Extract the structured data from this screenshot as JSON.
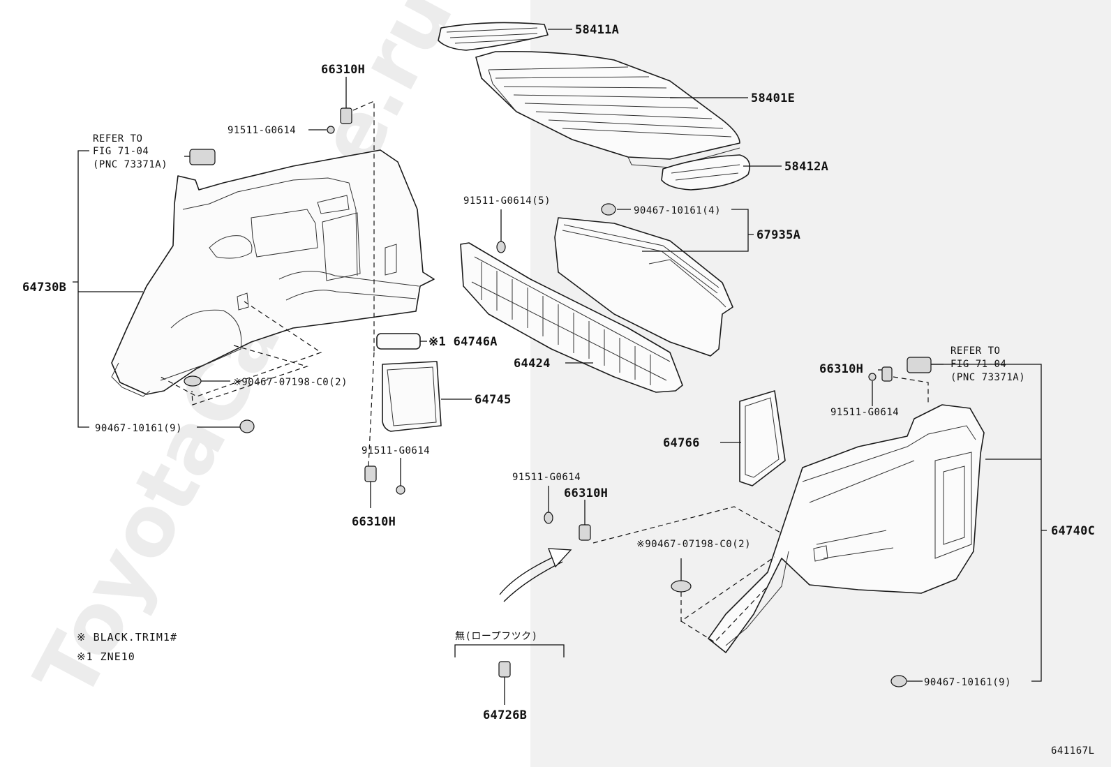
{
  "watermark": "ToyotaCarLine.ru",
  "diagram_id": "641167L",
  "labels": {
    "p58411A": "58411A",
    "p58401E": "58401E",
    "p58412A": "58412A",
    "p66310H_top": "66310H",
    "p91511_top": "91511-G0614",
    "refer_left_1": "REFER TO",
    "refer_left_2": "FIG 71-04",
    "refer_left_3": "(PNC 73371A)",
    "p64730B": "64730B",
    "p90467_07198_left": "※90467-07198-C0(2)",
    "p90467_10161_left": "90467-10161(9)",
    "p64746A": "※1 64746A",
    "p64745": "64745",
    "p91511_mid": "91511-G0614",
    "p66310H_mid": "66310H",
    "p91511_5": "91511-G0614(5)",
    "p90467_4": "90467-10161(4)",
    "p67935A": "67935A",
    "p64424": "64424",
    "p66310H_right": "66310H",
    "p91511_right": "91511-G0614",
    "refer_right_1": "REFER TO",
    "refer_right_2": "FIG 71-04",
    "refer_right_3": "(PNC 73371A)",
    "p64766": "64766",
    "p91511_low": "91511-G0614",
    "p66310H_low": "66310H",
    "p90467_07198_right": "※90467-07198-C0(2)",
    "p64740C": "64740C",
    "p90467_10161_right": "90467-10161(9)",
    "rope_hook": "無(ロープフツク)",
    "p64726B": "64726B"
  },
  "notes": {
    "note1": "※   BLACK.TRIM1#",
    "note2": "※1  ZNE10"
  }
}
